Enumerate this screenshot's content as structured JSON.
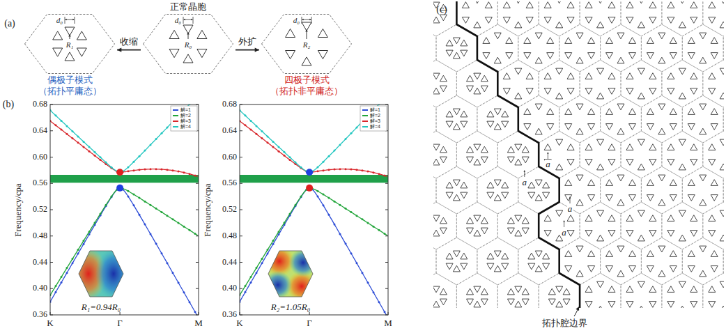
{
  "diagram": {
    "nodes": [
      {
        "text": [
          "d₀",
          "R₁"
        ]
      },
      {
        "text": [
          "正常晶胞",
          "d₀",
          "R₀"
        ]
      },
      {
        "text": [
          "d₀",
          "R₂"
        ]
      }
    ],
    "edges": [
      {
        "from": 1,
        "to": 0,
        "arrow": "to",
        "label": "收缩"
      },
      {
        "from": 1,
        "to": 2,
        "arrow": "to",
        "label": "外扩"
      }
    ],
    "labels": [
      "(a)",
      "偶极子模式",
      "（拓扑平庸态）",
      "四极子模式",
      "（拓扑非平庸态）",
      "(b)",
      "Frequency/cpa",
      "0.68",
      "0.64",
      "0.60",
      "0.56",
      "0.52",
      "0.48",
      "0.44",
      "0.40",
      "0.36",
      "K",
      "Γ",
      "M",
      "R₁=0.94R₀",
      "Frequency/cpa",
      "0.68",
      "0.64",
      "0.60",
      "0.56",
      "0.52",
      "0.48",
      "0.44",
      "0.40",
      "0.36",
      "K",
      "Γ",
      "M",
      "R₂=1.05R₀",
      "(c)",
      "a",
      "a",
      "a",
      "a",
      "拓扑腔边界"
    ],
    "legend": [
      {
        "text": "解=1",
        "color": "#2b4bd6"
      },
      {
        "text": "解=2",
        "color": "#22a53a"
      },
      {
        "text": "解=3",
        "color": "#d8262b"
      },
      {
        "text": "解=4",
        "color": "#22c6c0"
      },
      {
        "text": "解=1",
        "color": "#2b4bd6"
      },
      {
        "text": "解=2",
        "color": "#22a53a"
      },
      {
        "text": "解=3",
        "color": "#d8262b"
      },
      {
        "text": "解=4",
        "color": "#22c6c0"
      }
    ]
  }
}
